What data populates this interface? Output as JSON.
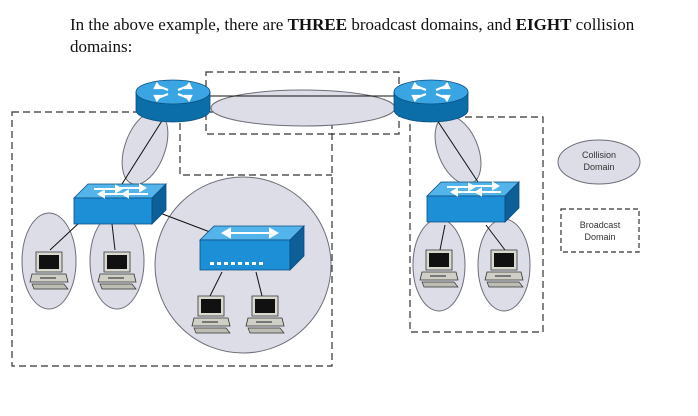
{
  "caption": {
    "part1": "In the above example, there are ",
    "bold1": "THREE",
    "part2": " broadcast domains, and ",
    "bold2": "EIGHT",
    "part3": " collision domains:"
  },
  "legend": {
    "collision_line1": "Collision",
    "collision_line2": "Domain",
    "broadcast_line1": "Broadcast",
    "broadcast_line2": "Domain"
  },
  "colors": {
    "device_blue": "#1d8fd6",
    "device_dark": "#0c5f97",
    "domain_fill": "#dcdde6",
    "domain_stroke": "#6e6e78",
    "dash_stroke": "#333333"
  },
  "icons": [
    "router-icon",
    "switch-icon",
    "hub-icon",
    "computer-icon"
  ]
}
